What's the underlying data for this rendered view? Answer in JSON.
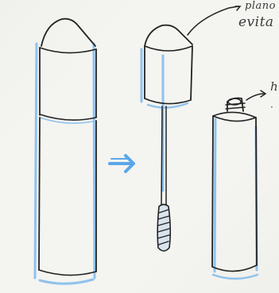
{
  "sketch": {
    "annotations": {
      "top_line_1": "plano",
      "top_line_2": "evita",
      "right_line_1": "h",
      "right_line_2": "·"
    }
  },
  "colors": {
    "paper": "#f4f4f1",
    "ink": "#232323",
    "blue_marker": "#8fc2ec",
    "arrow_blue": "#5aa7e8"
  }
}
